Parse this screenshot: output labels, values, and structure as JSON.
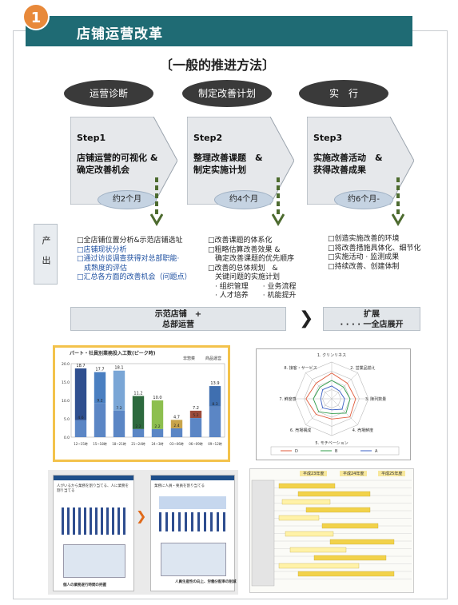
{
  "header": {
    "number": "1",
    "title": "店铺运营改革"
  },
  "subtitle": "〔一般的推进方法〕",
  "phases": [
    {
      "label": "运营诊断"
    },
    {
      "label": "制定改善计划"
    },
    {
      "label": "实　行"
    }
  ],
  "steps": [
    {
      "title": "Step1",
      "line1": "店铺运营的可视化 &",
      "line2": "确定改善机会",
      "duration": "约2个月"
    },
    {
      "title": "Step2",
      "line1": "整理改善课题　&",
      "line2": "制定实施计划",
      "duration": "约4个月"
    },
    {
      "title": "Step3",
      "line1": "实施改善活动　&",
      "line2": "获得改善成果",
      "duration": "约6个月-"
    }
  ],
  "output": {
    "label": "产出"
  },
  "outputs": [
    [
      {
        "text": "□全店铺位置分析&示范店铺选址",
        "blue": false
      },
      {
        "text": "□店铺现状分析",
        "blue": true
      },
      {
        "text": "□通过访谈调查获得对总部职能·",
        "blue": true
      },
      {
        "text": "　成熟度的评估",
        "blue": true
      },
      {
        "text": "□汇总各方面的改善机会（问题点）",
        "blue": true
      }
    ],
    [
      {
        "text": "□改善课题的体系化",
        "blue": false
      },
      {
        "text": "□粗略估算改善效果 &",
        "blue": false
      },
      {
        "text": "　确定改善课题的优先顺序",
        "blue": false
      },
      {
        "text": "□改善的总体规划　&",
        "blue": false
      },
      {
        "text": "　关键问题的实施计划",
        "blue": false
      },
      {
        "text": "　· 组织管理　　· 业务流程",
        "blue": false
      },
      {
        "text": "　· 人才培养　　· 机能提升",
        "blue": false
      }
    ],
    [
      {
        "text": "□创造实施改善的环境",
        "blue": false
      },
      {
        "text": "□将改善措施具体化、细节化",
        "blue": false
      },
      {
        "text": "□实施活动 · 监测成果",
        "blue": false
      },
      {
        "text": "□持续改善、创建体制",
        "blue": false
      }
    ]
  ],
  "results": {
    "left_line1": "示范店铺　+",
    "left_line2": "总部运营",
    "right_line1": "扩展",
    "right_line2": "· · · · 一全店展开"
  },
  "thumb_chart": {
    "title": "パート・社員別業務投入工数(ピーク時)",
    "legend": [
      "非惣菜",
      "商品運営"
    ],
    "yticks": [
      "20.0",
      "15.0",
      "10.0",
      "5.0",
      "0.0"
    ],
    "xlabels": [
      "12~15時",
      "15~18時",
      "18~21時",
      "21~24時",
      "24~3時",
      "03~06時",
      "06~09時",
      "09~12時"
    ],
    "top_labels": [
      "18.7",
      "17.7",
      "18.1",
      "11.2",
      "10.0",
      "4.7",
      "7.2",
      "13.9"
    ]
  },
  "chart_data": {
    "type": "bar",
    "title": "パート・社員別業務投入工数(ピーク時)",
    "categories": [
      "12~15時",
      "15~18時",
      "18~21時",
      "21~24時",
      "24~3時",
      "03~06時",
      "06~09時",
      "09~12時"
    ],
    "series": [
      {
        "name": "非惣菜",
        "values": [
          18.7,
          17.7,
          18.1,
          11.2,
          10.0,
          4.7,
          7.2,
          13.9
        ]
      },
      {
        "name": "商品運営",
        "values": [
          4.6,
          9.2,
          7.2,
          2.2,
          2.2,
          2.4,
          5.2,
          8.3
        ]
      }
    ],
    "ylim": [
      0,
      20
    ]
  },
  "thumb_radar": {
    "labels": [
      "1. クリンリネス",
      "2. 営業品揃え",
      "3. 陳列数量",
      "4. 売場鮮度",
      "5. モチベーション",
      "6. 売場構成",
      "7. 鮮度感",
      "8. 接客・サービス"
    ],
    "legend": [
      "D",
      "B",
      "A"
    ]
  },
  "thumb_slides": {
    "slide1_title": "人がいるから業務を割り当てる、人に業務を割り当てる",
    "slide2_title": "業務に人員・要員を割り当てる",
    "slide1_footer": "個人の業務遂行時間の把握",
    "slide2_footer": "人員生産性の向上、労働分配率の削減"
  },
  "thumb_gantt": {
    "headers": [
      "平成23年度",
      "平成24年度",
      "平成25年度"
    ]
  },
  "colors": {
    "header": "#1f6b74",
    "badge": "#e8893a",
    "pill": "#3a3a3a",
    "highlight": "#f3c24b"
  }
}
